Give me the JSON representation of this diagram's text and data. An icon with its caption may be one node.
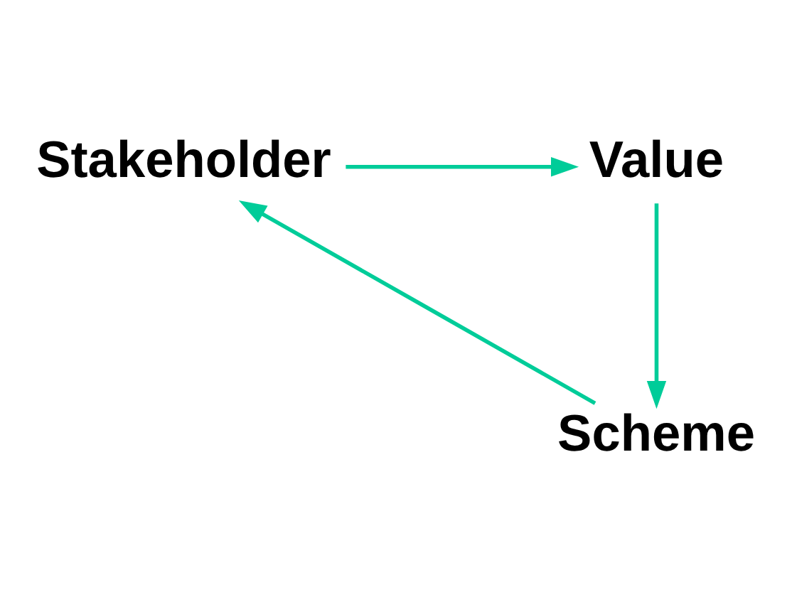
{
  "diagram": {
    "nodes": [
      {
        "text": [
          "Stakeholder"
        ]
      },
      {
        "text": [
          "Value"
        ]
      },
      {
        "text": [
          "Scheme"
        ]
      }
    ],
    "edges": [
      {
        "from": 0,
        "to": 1,
        "arrow": "to",
        "color": "#00cc99"
      },
      {
        "from": 1,
        "to": 2,
        "arrow": "to",
        "color": "#00cc99"
      },
      {
        "from": 2,
        "to": 0,
        "arrow": "to",
        "color": "#00cc99"
      }
    ]
  }
}
